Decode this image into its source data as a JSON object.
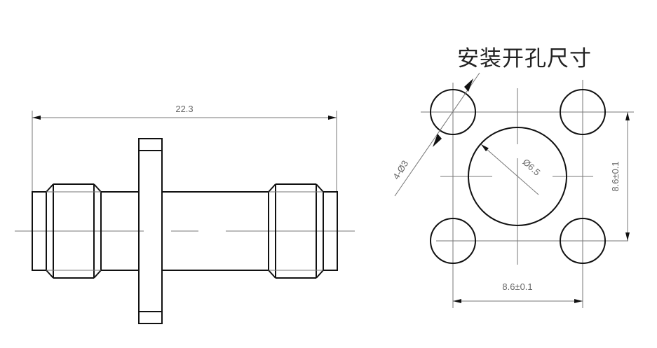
{
  "title": "安装开孔尺寸",
  "side_view": {
    "length_label": "22.3"
  },
  "panel_cutout": {
    "hole_label": "4-Ø3",
    "center_hole_label": "Ø6.5",
    "vertical_spacing_label": "8.6±0.1",
    "horizontal_spacing_label": "8.6±0.1"
  }
}
